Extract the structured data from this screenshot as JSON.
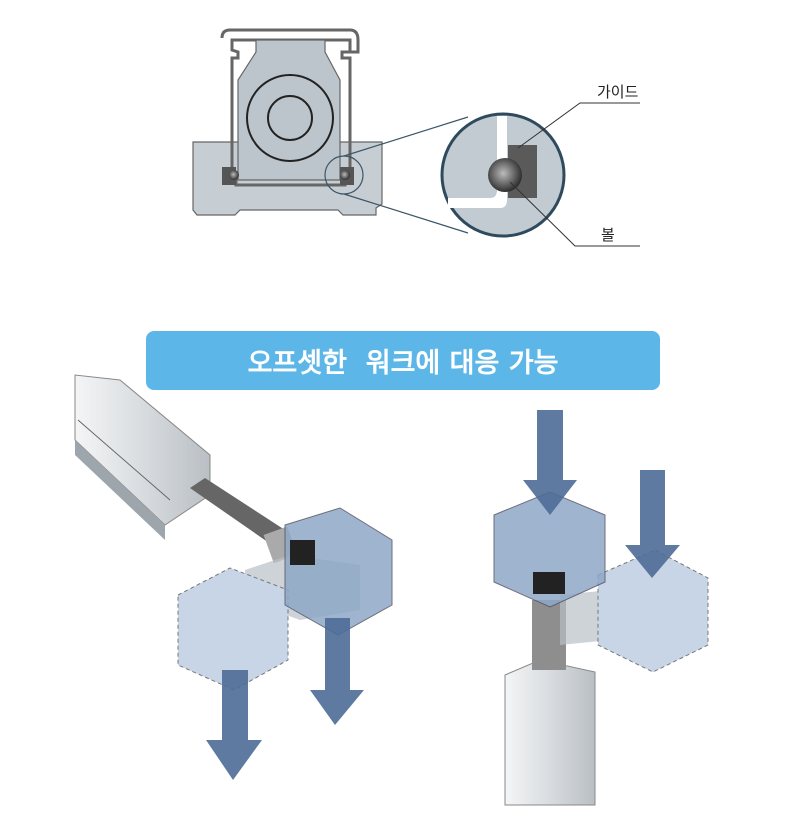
{
  "labels": {
    "guide": "가이드",
    "ball": "볼"
  },
  "banner": {
    "text": "오프셋한  워크에 대응 가능"
  },
  "colors": {
    "banner": "#5db6e8",
    "arrow": "#4e6c97",
    "cube": "#a9bfd9",
    "body": "#c9d1d6"
  }
}
